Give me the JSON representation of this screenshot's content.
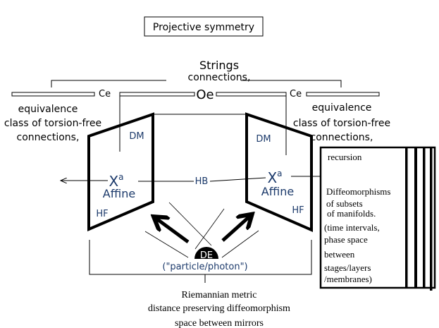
{
  "title": "Projective symmetry",
  "top": {
    "strings": "Strings",
    "connections": "connections,",
    "oe": "Oe",
    "ce_left": "Ce",
    "ce_right": "Ce"
  },
  "left_note": [
    "equivalence",
    "class of torsion-free",
    "connections,"
  ],
  "right_note": [
    "equivalence",
    "class of torsion-free",
    "connections,"
  ],
  "left_mirror": {
    "dm": "DM",
    "x": "X",
    "sup": "a",
    "affine": "Affine",
    "hf": "HF"
  },
  "right_mirror": {
    "dm": "DM",
    "x": "X",
    "sup": "a",
    "affine": "Affine",
    "hf": "HF"
  },
  "hb": "HB",
  "source": {
    "label": "DE",
    "caption": "(\"particle/photon\")"
  },
  "bottom": [
    "Riemannian metric",
    "distance preserving diffeomorphism",
    "space between mirrors"
  ],
  "stack_box": {
    "heading": "recursion",
    "lines": [
      "Diffeomorphisms",
      "of subsets",
      "of manifolds.",
      "(time intervals,",
      "phase space",
      "between",
      "stages/layers",
      "/membranes)"
    ]
  },
  "colors": {
    "ink": "#000000",
    "label_blue": "#1c3a6b"
  }
}
